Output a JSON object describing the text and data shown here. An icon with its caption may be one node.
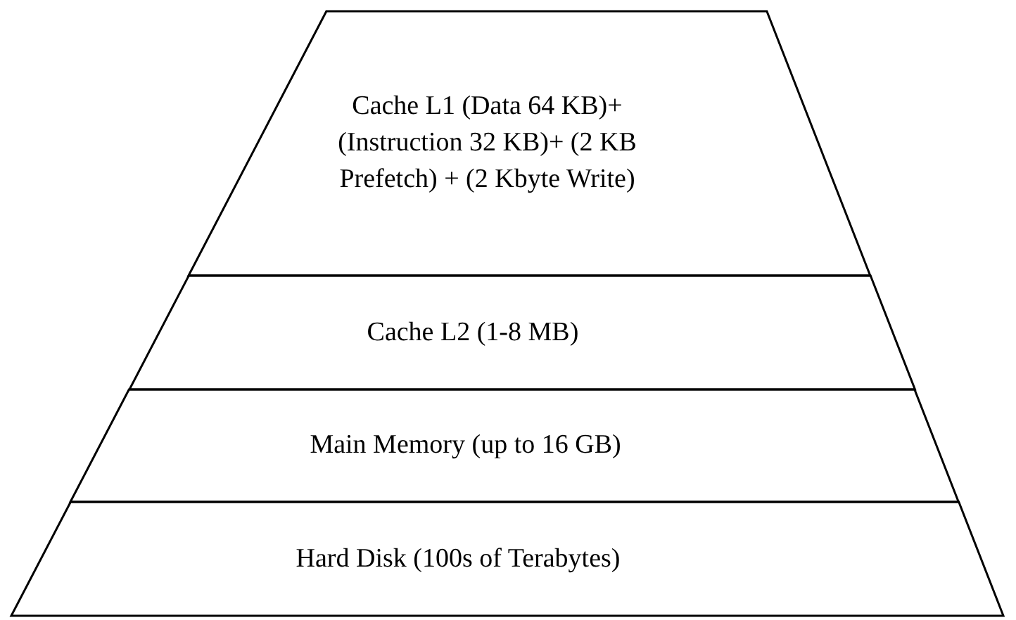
{
  "diagram": {
    "nodes": [
      {
        "text": [
          "Cache L1 (Data 64 KB)+ (Instruction 32 KB)+ (2 KB Prefetch) + (2 Kbyte Write)"
        ]
      },
      {
        "text": [
          "Cache L2 (1-8 MB)"
        ]
      },
      {
        "text": [
          "Main Memory (up to 16 GB)"
        ]
      },
      {
        "text": [
          "Hard Disk (100s of Terabytes)"
        ]
      }
    ]
  }
}
